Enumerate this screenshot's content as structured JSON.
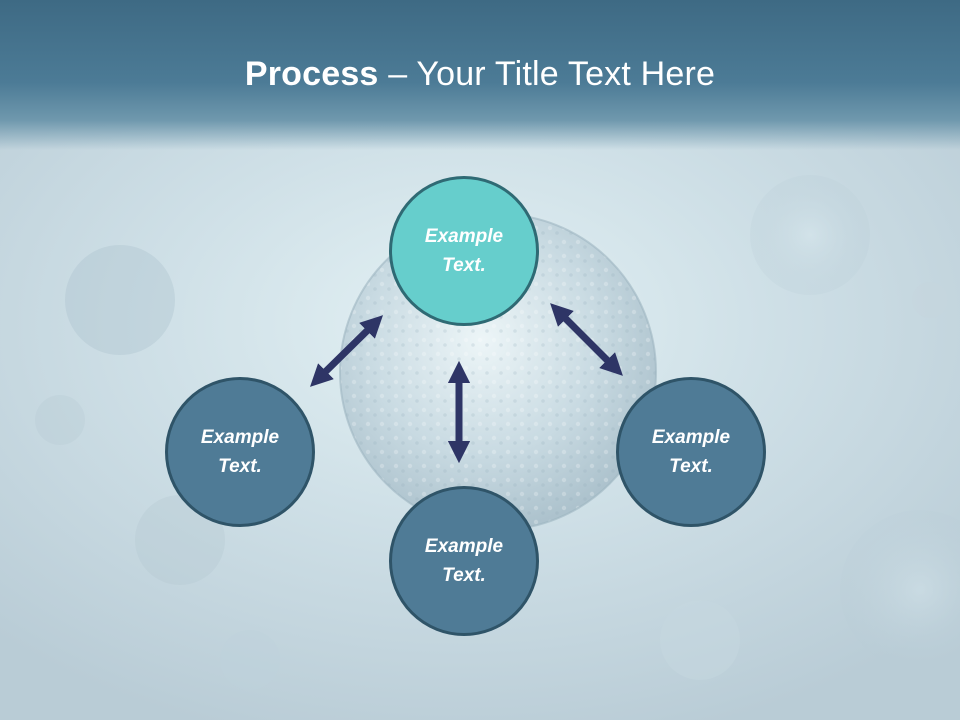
{
  "title": {
    "bold": "Process",
    "rest": " – Your Title Text Here"
  },
  "nodes": {
    "top": {
      "line1": "Example",
      "line2": "Text."
    },
    "left": {
      "line1": "Example",
      "line2": "Text."
    },
    "right": {
      "line1": "Example",
      "line2": "Text."
    },
    "bottom": {
      "line1": "Example",
      "line2": "Text."
    }
  },
  "colors": {
    "header": "#4c7b96",
    "node_primary": "#66cecc",
    "node_secondary": "#4f7b96",
    "arrow": "#2e3566"
  },
  "icons": [
    "double-arrow-icon",
    "cell-sphere-illustration"
  ]
}
